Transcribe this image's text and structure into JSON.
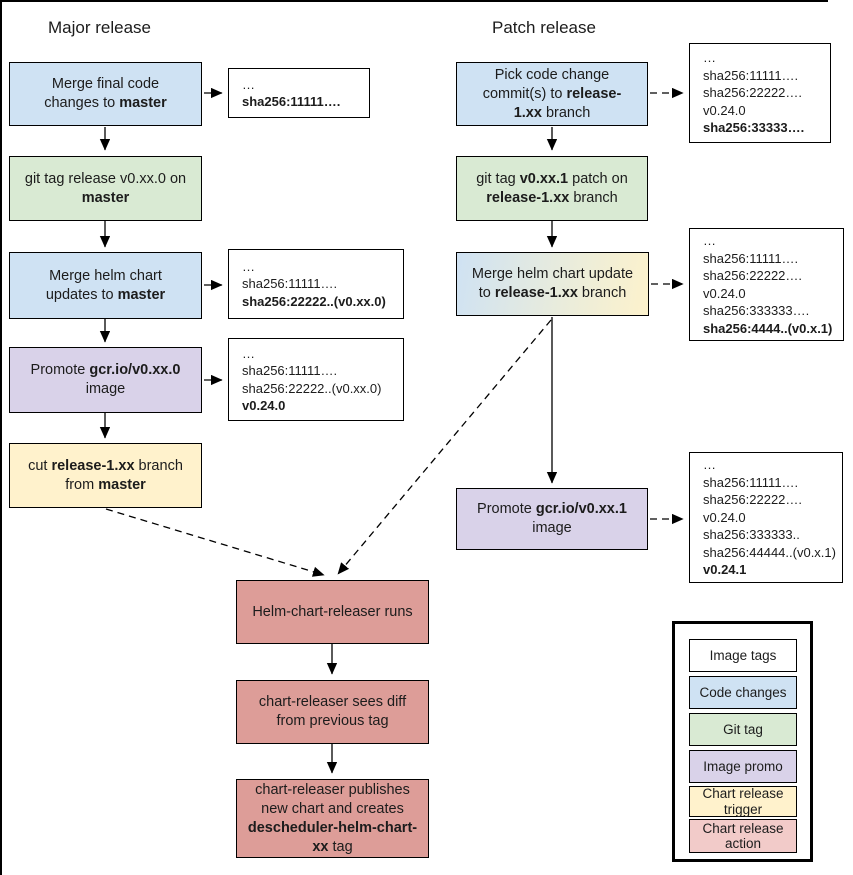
{
  "titles": {
    "major": "Major release",
    "patch": "Patch release"
  },
  "palette": {
    "image_tags": "#ffffff",
    "code_changes": "#cfe2f3",
    "git_tag": "#d9ead3",
    "image_promo": "#d9d2e9",
    "chart_trigger": "#fff2cc",
    "chart_action": "#dd9d98",
    "legend_action": "#f2cbc9",
    "border": "#000000"
  },
  "major_steps": [
    {
      "runs": [
        {
          "t": "Merge final code changes to "
        },
        {
          "t": "master",
          "b": true
        }
      ]
    },
    {
      "runs": [
        {
          "t": "git tag release v0.xx.0 on "
        },
        {
          "t": "master",
          "b": true
        }
      ]
    },
    {
      "runs": [
        {
          "t": "Merge helm chart updates to "
        },
        {
          "t": "master",
          "b": true
        }
      ]
    },
    {
      "runs": [
        {
          "t": "Promote "
        },
        {
          "t": "gcr.io/v0.xx.0",
          "b": true
        },
        {
          "t": " image"
        }
      ]
    },
    {
      "runs": [
        {
          "t": "cut "
        },
        {
          "t": "release-1.xx",
          "b": true
        },
        {
          "t": " branch from "
        },
        {
          "t": "master",
          "b": true
        }
      ]
    }
  ],
  "major_annotations": [
    {
      "lines": [
        {
          "t": "…"
        },
        {
          "t": "sha256:11111….",
          "b": true
        }
      ]
    },
    {
      "lines": [
        {
          "t": "…"
        },
        {
          "t": "sha256:11111…."
        },
        {
          "t": "sha256:22222..(v0.xx.0)",
          "b": true
        }
      ]
    },
    {
      "lines": [
        {
          "t": "…"
        },
        {
          "t": "sha256:11111…."
        },
        {
          "t": "sha256:22222..(v0.xx.0)"
        },
        {
          "t": "v0.24.0",
          "b": true
        }
      ]
    }
  ],
  "patch_steps": [
    {
      "runs": [
        {
          "t": "Pick code change commit(s) to "
        },
        {
          "t": "release-1.xx",
          "b": true
        },
        {
          "t": " branch"
        }
      ]
    },
    {
      "runs": [
        {
          "t": "git tag "
        },
        {
          "t": "v0.xx.1",
          "b": true
        },
        {
          "t": " patch on "
        },
        {
          "t": "release-1.xx",
          "b": true
        },
        {
          "t": " branch"
        }
      ]
    },
    {
      "runs": [
        {
          "t": "Merge helm chart update to "
        },
        {
          "t": "release-1.xx",
          "b": true
        },
        {
          "t": " branch"
        }
      ]
    },
    {
      "runs": [
        {
          "t": "Promote "
        },
        {
          "t": "gcr.io/v0.xx.1",
          "b": true
        },
        {
          "t": " image"
        }
      ]
    }
  ],
  "patch_annotations": [
    {
      "lines": [
        {
          "t": "…"
        },
        {
          "t": "sha256:11111…."
        },
        {
          "t": "sha256:22222…."
        },
        {
          "t": "v0.24.0"
        },
        {
          "t": "sha256:33333….",
          "b": true
        }
      ]
    },
    {
      "lines": [
        {
          "t": "…"
        },
        {
          "t": "sha256:11111…."
        },
        {
          "t": "sha256:22222…."
        },
        {
          "t": "v0.24.0"
        },
        {
          "t": "sha256:333333…."
        },
        {
          "t": "sha256:4444..(v0.x.1)",
          "b": true
        }
      ]
    },
    {
      "lines": [
        {
          "t": "…"
        },
        {
          "t": "sha256:11111…."
        },
        {
          "t": "sha256:22222…."
        },
        {
          "t": "v0.24.0"
        },
        {
          "t": "sha256:333333.."
        },
        {
          "t": "sha256:44444..(v0.x.1)"
        },
        {
          "t": "v0.24.1",
          "b": true
        }
      ]
    }
  ],
  "chart_steps": [
    {
      "runs": [
        {
          "t": "Helm-chart-releaser runs"
        }
      ]
    },
    {
      "runs": [
        {
          "t": "chart-releaser sees diff from previous tag"
        }
      ]
    },
    {
      "runs": [
        {
          "t": "chart-releaser publishes new chart and creates "
        },
        {
          "t": "descheduler-helm-chart-xx",
          "b": true
        },
        {
          "t": " tag"
        }
      ]
    }
  ],
  "legend": {
    "items": [
      {
        "label": "Image tags",
        "color": "#ffffff"
      },
      {
        "label": "Code changes",
        "color": "#cfe2f3"
      },
      {
        "label": "Git tag",
        "color": "#d9ead3"
      },
      {
        "label": "Image promo",
        "color": "#d9d2e9"
      },
      {
        "label": "Chart release trigger",
        "color": "#fff2cc"
      },
      {
        "label": "Chart release action",
        "color": "#f2cbc9"
      }
    ]
  }
}
